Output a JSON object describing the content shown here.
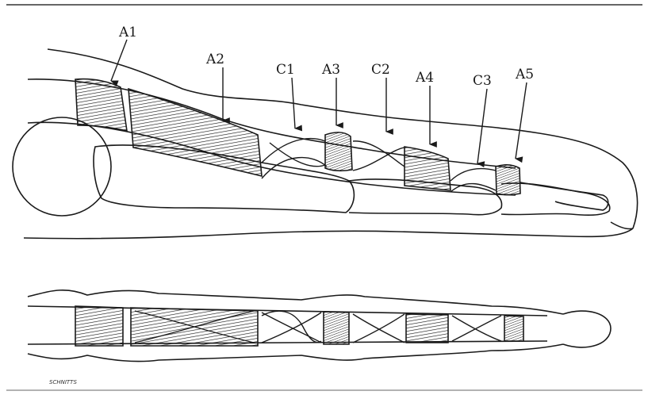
{
  "figure": {
    "line_color": "#1a1a1a",
    "background": "#ffffff",
    "signature": "SCHNITTS"
  },
  "lateral_view": {
    "labels": {
      "a1": "A1",
      "a2": "A2",
      "c1": "C1",
      "a3": "A3",
      "c2": "C2",
      "a4": "A4",
      "c3": "C3",
      "a5": "A5"
    }
  }
}
